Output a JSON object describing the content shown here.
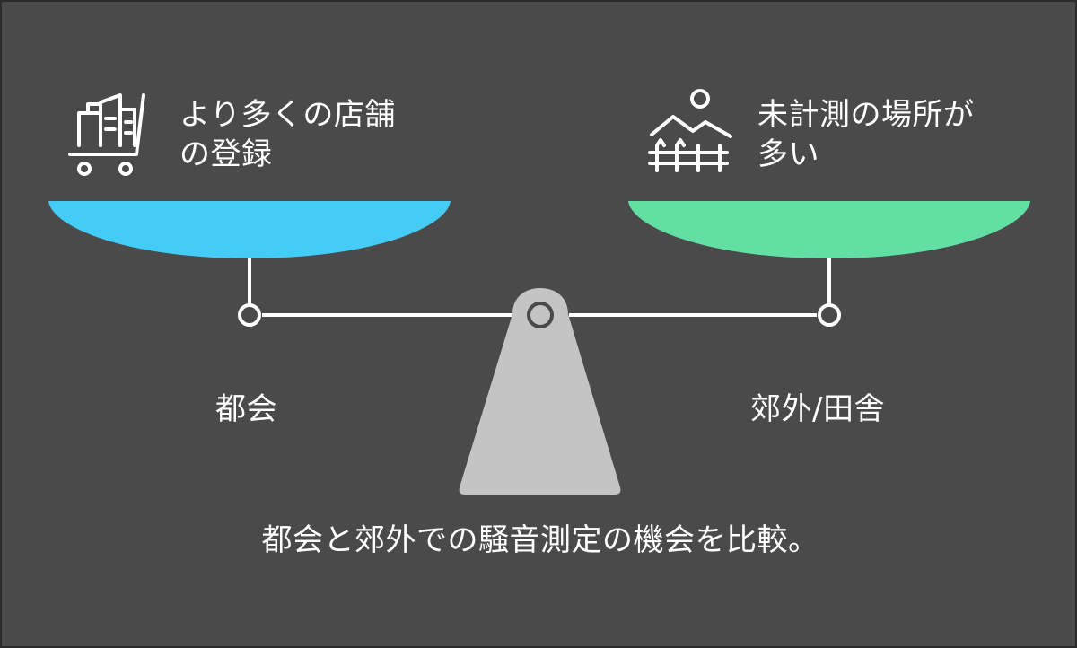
{
  "left": {
    "title": "より多くの店舗\nの登録",
    "side_label": "都会",
    "icon": "shopping-cart-buildings-icon",
    "pan_color": "#44ccf7"
  },
  "right": {
    "title": "未計測の場所が\n多い",
    "side_label": "郊外/田舎",
    "icon": "landscape-fence-icon",
    "pan_color": "#62e0a4"
  },
  "caption": "都会と郊外での騒音測定の機会を比較。",
  "colors": {
    "background": "#4a4a4a",
    "beam": "#ffffff",
    "fulcrum": "#c4c4c4"
  }
}
